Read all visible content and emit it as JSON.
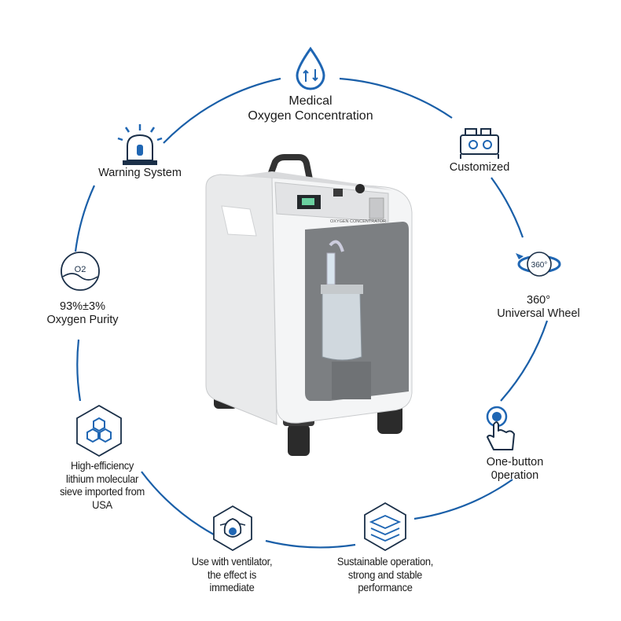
{
  "features": {
    "medical": {
      "lines": [
        "Medical",
        "Oxygen Concentration"
      ],
      "icon": "water-drop-icon"
    },
    "customized": {
      "lines": [
        "Customized"
      ],
      "icon": "machine-icon"
    },
    "wheel": {
      "lines": [
        "360°",
        "Universal Wheel"
      ],
      "icon": "rotate-360-icon",
      "icon_text": "360°"
    },
    "button": {
      "lines": [
        "One-button",
        "0peration"
      ],
      "icon": "press-button-icon"
    },
    "sustainable": {
      "lines": [
        "Sustainable operation,",
        "strong and stable",
        "performance"
      ],
      "icon": "layers-icon"
    },
    "ventilator": {
      "lines": [
        "Use with ventilator,",
        "the effect is",
        "immediate"
      ],
      "icon": "ventilator-mask-icon"
    },
    "sieve": {
      "lines": [
        "High-efficiency",
        "lithium molecular",
        "sieve imported from",
        "USA"
      ],
      "icon": "hexagon-molecule-icon"
    },
    "purity": {
      "lines": [
        "93%±3%",
        "Oxygen Purity"
      ],
      "icon": "o2-wave-icon",
      "icon_text": "O2"
    },
    "warning": {
      "lines": [
        "Warning System"
      ],
      "icon": "alarm-light-icon"
    }
  },
  "product": {
    "panel_text": "OXYGEN CONCENTRATOR"
  },
  "colors": {
    "ring": "#1a5fa8",
    "icon_blue": "#1f66b3",
    "device_white": "#f2f3f4",
    "device_gray": "#7c7f82"
  }
}
